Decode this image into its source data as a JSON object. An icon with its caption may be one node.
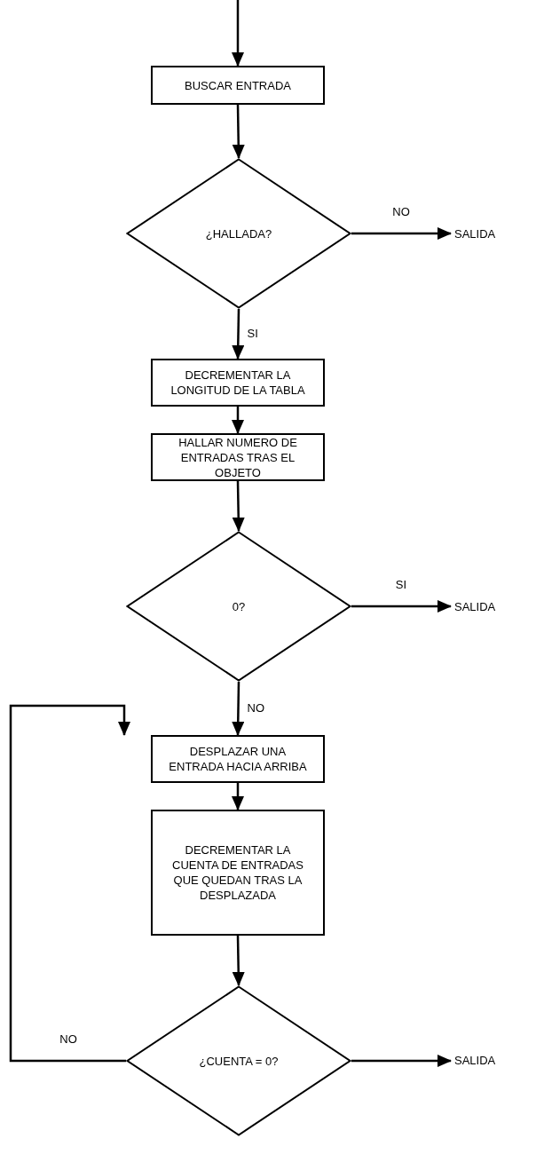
{
  "diagram": {
    "nodes": [
      {
        "text": [
          "BUSCAR ENTRADA"
        ]
      },
      {
        "text": [
          "¿HALLADA?"
        ]
      },
      {
        "text": [
          "SALIDA"
        ]
      },
      {
        "text": [
          "DECREMENTAR LA LONGITUD DE LA TABLA"
        ]
      },
      {
        "text": [
          "HALLAR NUMERO DE ENTRADAS TRAS EL OBJETO"
        ]
      },
      {
        "text": [
          "0?"
        ]
      },
      {
        "text": [
          "SALIDA"
        ]
      },
      {
        "text": [
          "DESPLAZAR UNA ENTRADA HACIA ARRIBA"
        ]
      },
      {
        "text": [
          "DECREMENTAR LA CUENTA DE ENTRADAS QUE QUEDAN TRAS LA DESPLAZADA"
        ]
      },
      {
        "text": [
          "¿CUENTA = 0?"
        ]
      },
      {
        "text": [
          "SALIDA"
        ]
      }
    ],
    "edges": [
      {
        "from": null,
        "to": 0,
        "arrow": "to"
      },
      {
        "from": 0,
        "to": 1,
        "arrow": "to"
      },
      {
        "from": 1,
        "to": 2,
        "arrow": "to",
        "label": "NO"
      },
      {
        "from": 1,
        "to": 3,
        "arrow": "to",
        "label": "SI"
      },
      {
        "from": 3,
        "to": 4,
        "arrow": "to"
      },
      {
        "from": 4,
        "to": 5,
        "arrow": "to"
      },
      {
        "from": 5,
        "to": 6,
        "arrow": "to",
        "label": "SI"
      },
      {
        "from": 5,
        "to": 7,
        "arrow": "to",
        "label": "NO"
      },
      {
        "from": 7,
        "to": 8,
        "arrow": "to"
      },
      {
        "from": 8,
        "to": 9,
        "arrow": "to"
      },
      {
        "from": 9,
        "to": 7,
        "arrow": "to",
        "label": "NO"
      },
      {
        "from": 9,
        "to": 10,
        "arrow": "to"
      }
    ]
  }
}
